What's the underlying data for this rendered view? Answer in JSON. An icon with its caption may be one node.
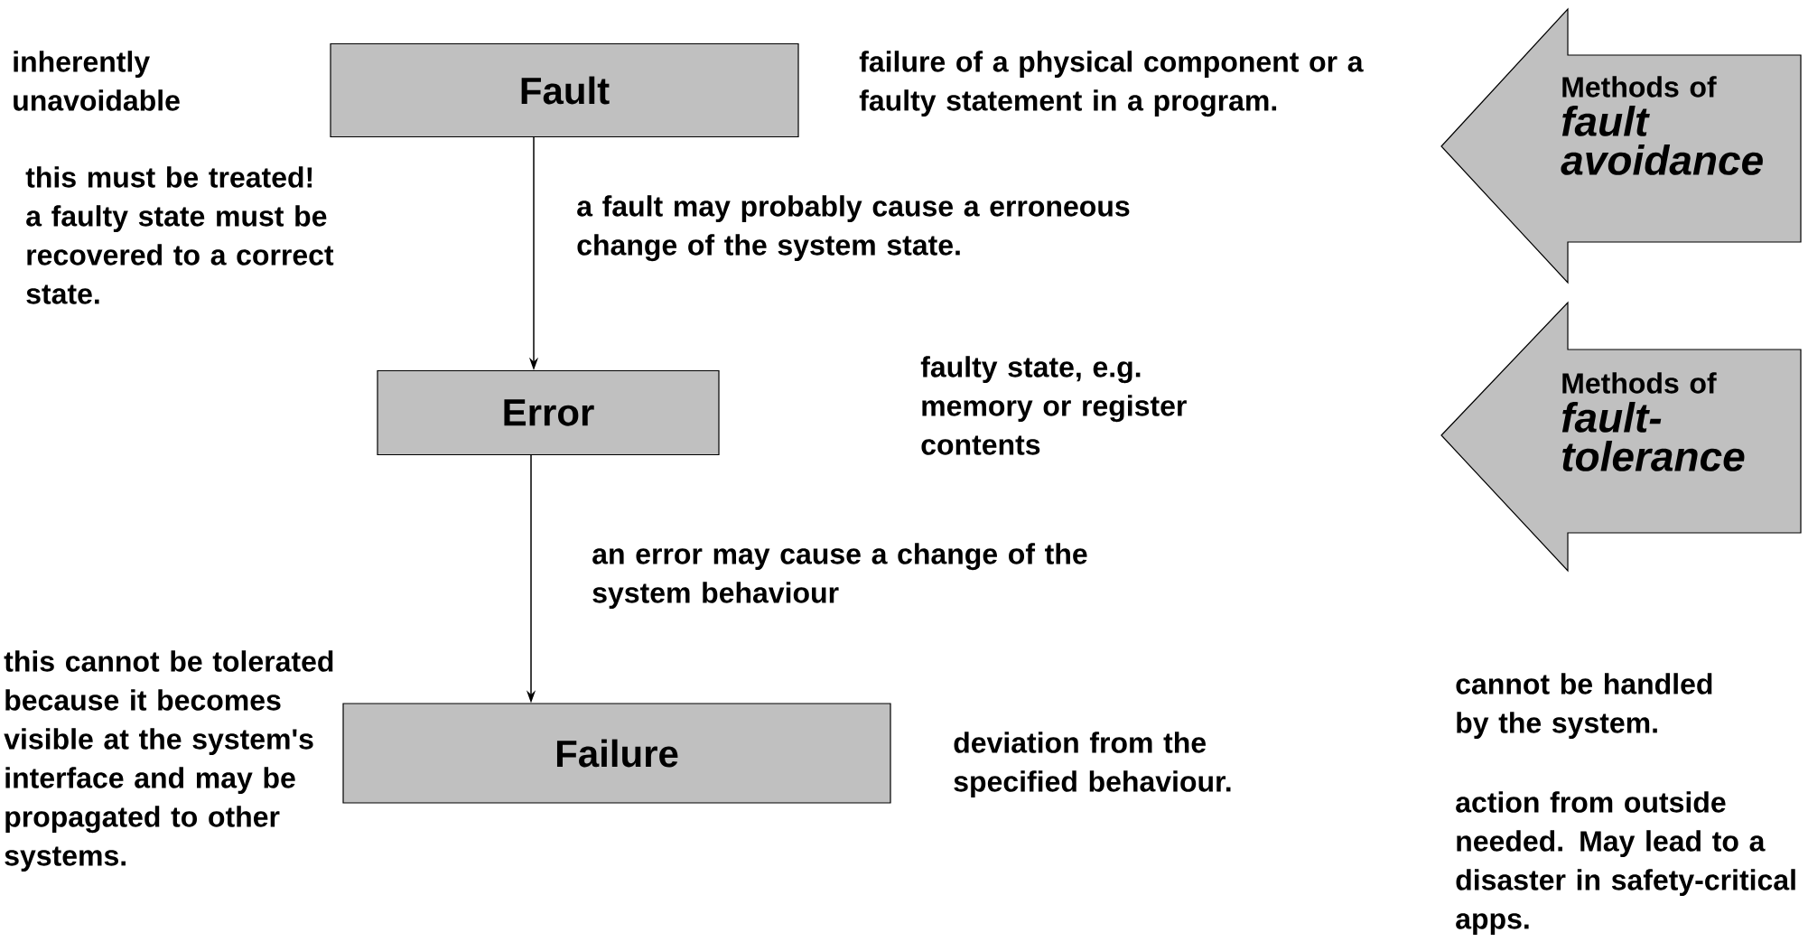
{
  "diagram": {
    "nodes": [
      {
        "text": [
          "Fault"
        ]
      },
      {
        "text": [
          "Error"
        ]
      },
      {
        "text": [
          "Failure"
        ]
      },
      {
        "text": [
          "Methods of",
          "fault avoidance"
        ]
      },
      {
        "text": [
          "Methods of",
          "fault-tolerance"
        ]
      }
    ],
    "edges": [
      {
        "from": 0,
        "to": 1,
        "arrow": "to",
        "label": "a fault may probably cause a erroneous change of the system state."
      },
      {
        "from": 1,
        "to": 2,
        "arrow": "to",
        "label": "an error may cause a change of the system behaviour"
      }
    ],
    "labels": [
      "inherently unavoidable",
      "failure of a physical component or a faulty statement in a program.",
      "this must be treated! a faulty state must be recovered to a correct state.",
      "faulty state, e.g. memory or register contents",
      "this cannot be tolerated because it becomes visible at the system's interface and may be propagated to other systems.",
      "deviation from the specified behaviour.",
      "cannot be handled by the system.",
      "action from outside needed. May lead to a disaster in safety-critical apps."
    ]
  }
}
